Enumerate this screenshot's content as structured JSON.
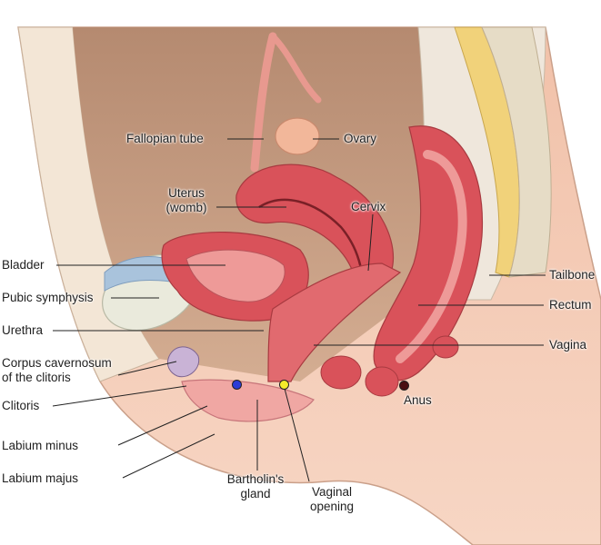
{
  "labels": {
    "fallopian_tube": "Fallopian tube",
    "ovary": "Ovary",
    "uterus_line1": "Uterus",
    "uterus_line2": "(womb)",
    "cervix": "Cervix",
    "bladder": "Bladder",
    "tailbone": "Tailbone",
    "pubic_symphysis": "Pubic symphysis",
    "rectum": "Rectum",
    "urethra": "Urethra",
    "vagina": "Vagina",
    "corpus_line1": "Corpus cavernosum",
    "corpus_line2": "of the clitoris",
    "clitoris": "Clitoris",
    "anus": "Anus",
    "labium_minus": "Labium minus",
    "labium_majus": "Labium majus",
    "bartholin_line1": "Bartholin's",
    "bartholin_line2": "gland",
    "vaginal_opening_line1": "Vaginal",
    "vaginal_opening_line2": "opening"
  },
  "colors": {
    "skin": "#f4c7b0",
    "cavity": "#b58a70",
    "muscle": "#d9525a",
    "muscle_light": "#ee9a98",
    "bone": "#eaeadc",
    "spine_fat": "#f1d27a",
    "bladder_blue": "#a9c3dc",
    "marker_blue": "#2b3bd6",
    "marker_yellow": "#f4ea2a",
    "marker_dark": "#4a0f12"
  }
}
